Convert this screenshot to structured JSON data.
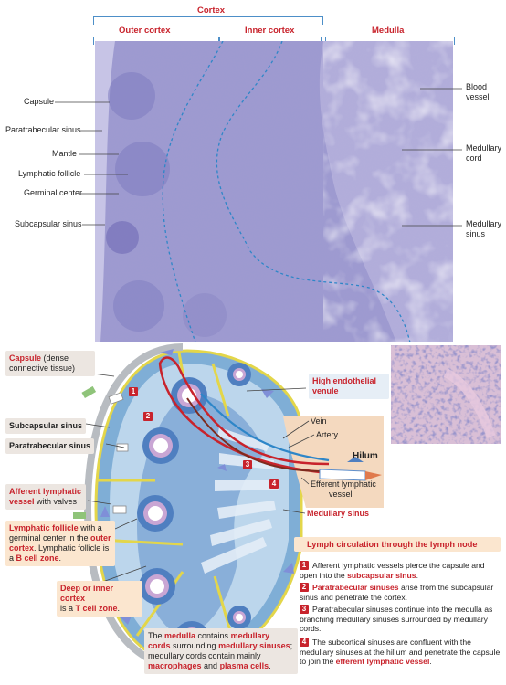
{
  "header": {
    "cortex": "Cortex",
    "outer_cortex": "Outer cortex",
    "inner_cortex": "Inner cortex",
    "medulla": "Medulla"
  },
  "micrograph_labels": {
    "capsule": "Capsule",
    "paratrabecular_sinus": "Paratrabecular sinus",
    "mantle": "Mantle",
    "lymphatic_follicle": "Lymphatic follicle",
    "germinal_center": "Germinal center",
    "subcapsular_sinus": "Subcapsular sinus",
    "blood_vessel_1": "Blood",
    "blood_vessel_2": "vessel",
    "medullary_cord_1": "Medullary",
    "medullary_cord_2": "cord",
    "medullary_sinus_1": "Medullary",
    "medullary_sinus_2": "sinus"
  },
  "diagram_labels": {
    "capsule_title": "Capsule",
    "capsule_rest": " (dense",
    "capsule_line2": "connective tissue)",
    "subcapsular_sinus": "Subcapsular sinus",
    "paratrabecular_sinus": "Paratrabecular sinus",
    "afferent_1": "Afferent lymphatic",
    "afferent_2": "vessel",
    "afferent_3": " with valves",
    "follicle_1a": "Lymphatic follicle",
    "follicle_1b": " with a",
    "follicle_2a": "germinal center in the ",
    "follicle_2b": "outer",
    "follicle_3a": "cortex",
    "follicle_3b": ". Lymphatic follicle is",
    "follicle_4a": "a ",
    "follicle_4b": "B cell zone",
    "follicle_4c": ".",
    "deep_cortex_1": "Deep or inner cortex",
    "deep_cortex_2a": "is a ",
    "deep_cortex_2b": "T cell zone",
    "deep_cortex_2c": ".",
    "high_endothelial_1": "High endothelial",
    "high_endothelial_2": "venule",
    "vein": "Vein",
    "artery": "Artery",
    "hilum": "Hilum",
    "efferent_1": "Efferent lymphatic",
    "efferent_2": "vessel",
    "medullary_sinus": "Medullary sinus",
    "n1": "1",
    "n2": "2",
    "n3": "3",
    "n4": "4"
  },
  "medulla_box": {
    "l1a": "The ",
    "l1b": "medulla",
    "l1c": " contains ",
    "l1d": "medullary",
    "l2a": "cords",
    "l2b": " surrounding ",
    "l2c": "medullary sinuses",
    "l2d": ";",
    "l3": "medullary cords contain mainly",
    "l4a": "macrophages",
    "l4b": " and ",
    "l4c": "plasma cells",
    "l4d": "."
  },
  "circulation": {
    "title": "Lymph circulation through the lymph node",
    "steps": [
      {
        "num": "1",
        "a": "Afferent lymphatic vessels pierce the capsule and",
        "b": "open into the ",
        "c": "subcapsular sinus",
        "d": "."
      },
      {
        "num": "2",
        "a": "Paratrabecular sinuses",
        "b": " arise from the subcapsular",
        "c": "sinus and penetrate the cortex."
      },
      {
        "num": "3",
        "a": "Paratrabecular sinuses continue into the medulla as",
        "b": "branching medullary sinuses surrounded by medullary",
        "c": "cords."
      },
      {
        "num": "4",
        "a": "The subcortical sinuses are confluent with the",
        "b": "medullary sinuses at the hillum and penetrate the capsule",
        "c": "to join the ",
        "d": "efferent lymphatic vessel",
        "e": "."
      }
    ]
  },
  "colors": {
    "accent_red": "#c8232c",
    "bracket_blue": "#4d8fc8",
    "stain_purple": "#8f8cc8",
    "capsule_yellow": "#e3d64a",
    "box_grey": "#ece6e1",
    "box_peach": "#fbe6cf"
  }
}
